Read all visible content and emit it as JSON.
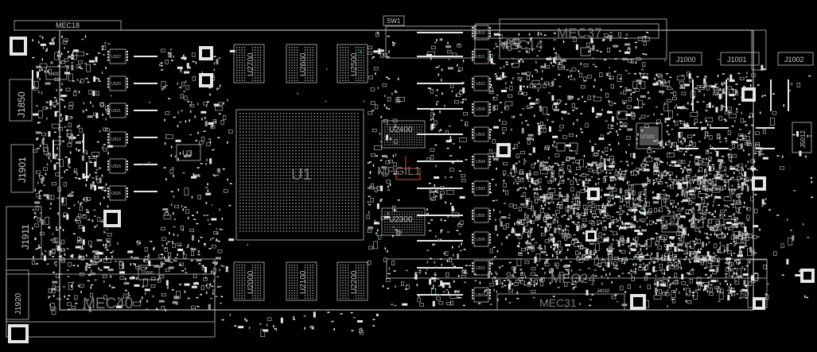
{
  "layer_colors": {
    "background": "#000000",
    "silkscreen": "#d8d8d8",
    "pads": "#e6e6e6",
    "highlight": "#ff5a5a",
    "via": "#3cd2c8"
  },
  "labels": {
    "gpu": "U1",
    "mpgil": "MPGIL1",
    "switch": "SW1",
    "mem_top": [
      "U2700",
      "U2600",
      "U2500"
    ],
    "mem_bottom": [
      "U2000",
      "U2100",
      "U2200"
    ],
    "u2400": "U2400",
    "u2300": "U2300",
    "mec18": "MEC18",
    "mec37": "MEC37",
    "mec14": "MEC14",
    "mec31": "MEC31",
    "mec40": "MEC40",
    "mec24": "MEC24",
    "u3": "U3",
    "u400": "U400",
    "u7102": "U7102",
    "u7103": "U7103",
    "u4600": "U4600",
    "j4010": "J4010",
    "j1850": "J1850",
    "j1901": "J1901",
    "j1911": "J1911",
    "j1920": "J1920",
    "j1000": "J1000",
    "j1001": "J1001",
    "j1002": "J1002",
    "j5012": "J5012",
    "left_regs": [
      "U522",
      "U520",
      "U521",
      "U519",
      "U516",
      "U526"
    ],
    "right_regs": [
      "U510",
      "U511",
      "U512",
      "U509",
      "U502",
      "U504",
      "U503",
      "U505",
      "U506",
      "U515",
      "U501"
    ],
    "u1600": "U1600"
  }
}
